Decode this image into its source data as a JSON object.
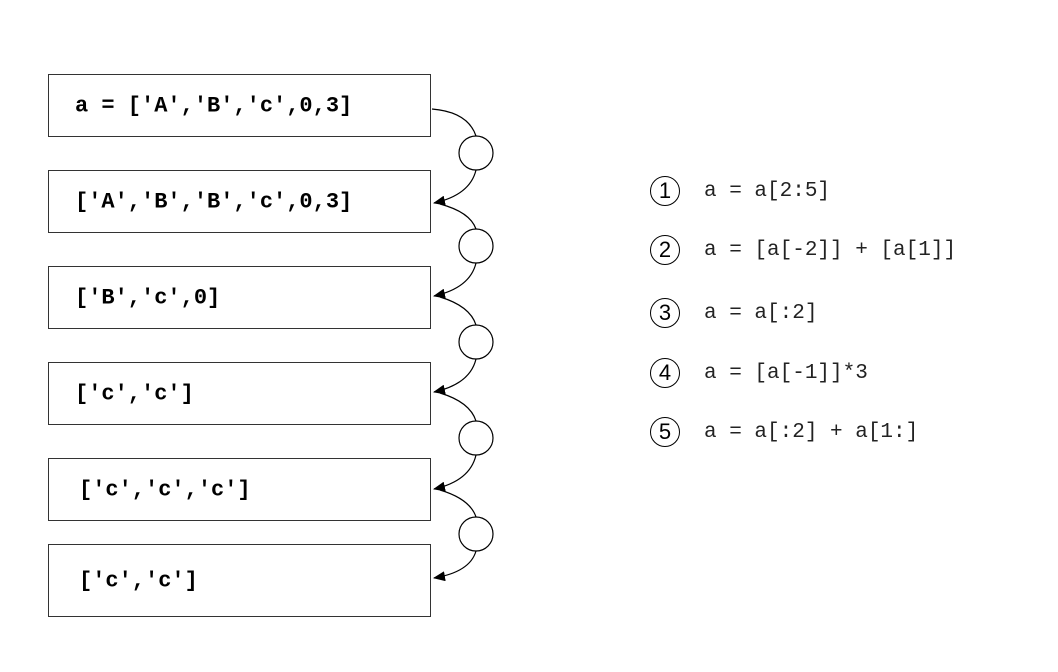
{
  "states": [
    {
      "text": "a = ['A','B','c',0,3]"
    },
    {
      "text": "['A','B','B','c',0,3]"
    },
    {
      "text": "['B','c',0]"
    },
    {
      "text": "['c','c']"
    },
    {
      "text": "['c','c','c']"
    },
    {
      "text": "['c','c']"
    }
  ],
  "steps": [
    {
      "number": "1",
      "code": "a = a[2:5]"
    },
    {
      "number": "2",
      "code": "a = [a[-2]] + [a[1]]"
    },
    {
      "number": "3",
      "code": "a = a[:2]"
    },
    {
      "number": "4",
      "code": "a = [a[-1]]*3"
    },
    {
      "number": "5",
      "code": "a = a[:2] + a[1:]"
    }
  ],
  "colors": {
    "stroke": "#333333",
    "text": "#000000"
  }
}
